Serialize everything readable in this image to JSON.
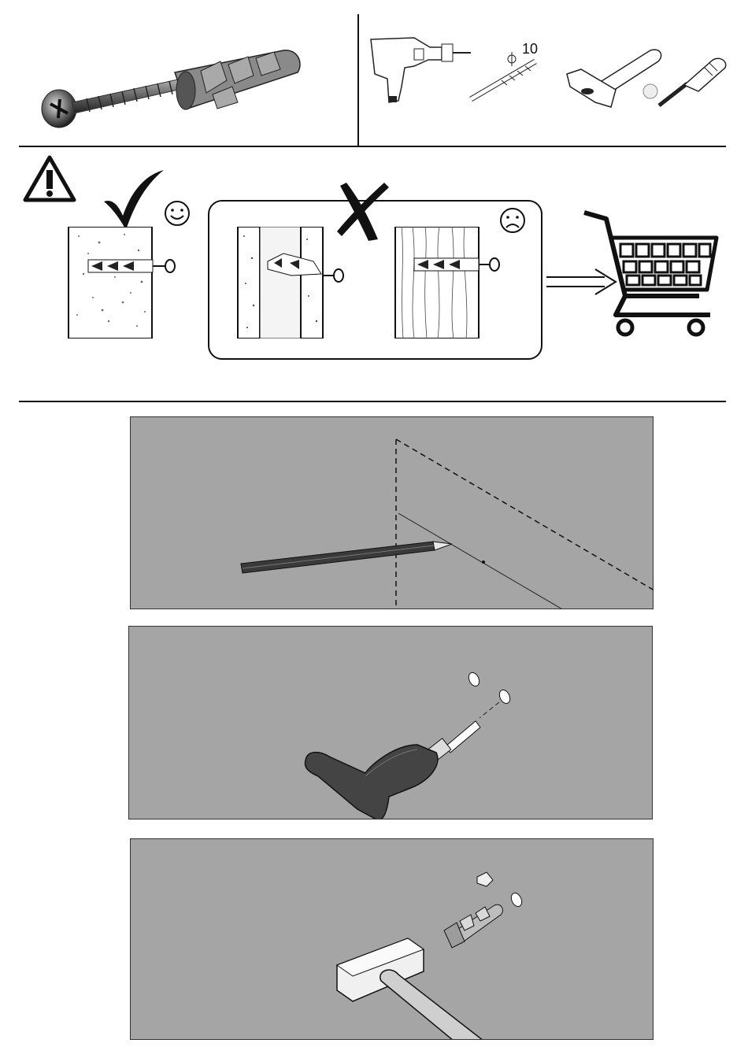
{
  "tools": {
    "drill_bit_diameter": "10"
  },
  "steps": [
    {
      "name": "mark-wall",
      "tool": "pencil-icon"
    },
    {
      "name": "drill-holes",
      "tool": "drill-icon"
    },
    {
      "name": "insert-anchors",
      "tool": "hammer-icon"
    }
  ],
  "icons": [
    "screw-anchor-icon",
    "drill-icon",
    "drill-bit-icon",
    "hammer-icon",
    "screwdriver-icon",
    "warning-icon",
    "checkmark-icon",
    "cross-icon",
    "smiley-icon",
    "frown-icon",
    "arrow-icon",
    "shopping-cart-icon"
  ],
  "colors": {
    "panel_bg": "#a5a5a5",
    "ink": "#111111"
  }
}
